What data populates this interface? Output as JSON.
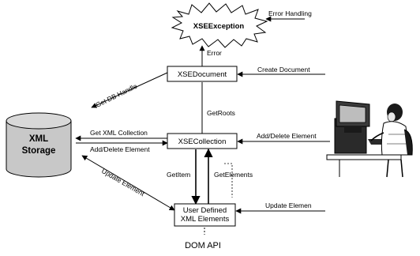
{
  "title": "DOM API",
  "storage": {
    "line1": "XML",
    "line2": "Storage"
  },
  "nodes": {
    "exception": "XSEException",
    "document": "XSEDocument",
    "collection": "XSECollection",
    "elements_line1": "User Defined",
    "elements_line2": "XML Elements"
  },
  "edges": {
    "error_handling": "Error Handling",
    "error": "Error",
    "create_document": "Create Document",
    "get_db_handle": "Get DB Handle",
    "get_roots": "GetRoots",
    "get_xml_collection": "Get XML Collection",
    "add_delete_left": "Add/Delete Element",
    "add_delete_right": "Add/Delete Element",
    "get_item": "GetItem",
    "get_elements": "GetElements",
    "update_element_left": "Update Element",
    "update_element_right": "Update Elemen"
  },
  "icons": [
    "starburst-icon",
    "database-cylinder-icon",
    "user-at-computer-icon"
  ]
}
